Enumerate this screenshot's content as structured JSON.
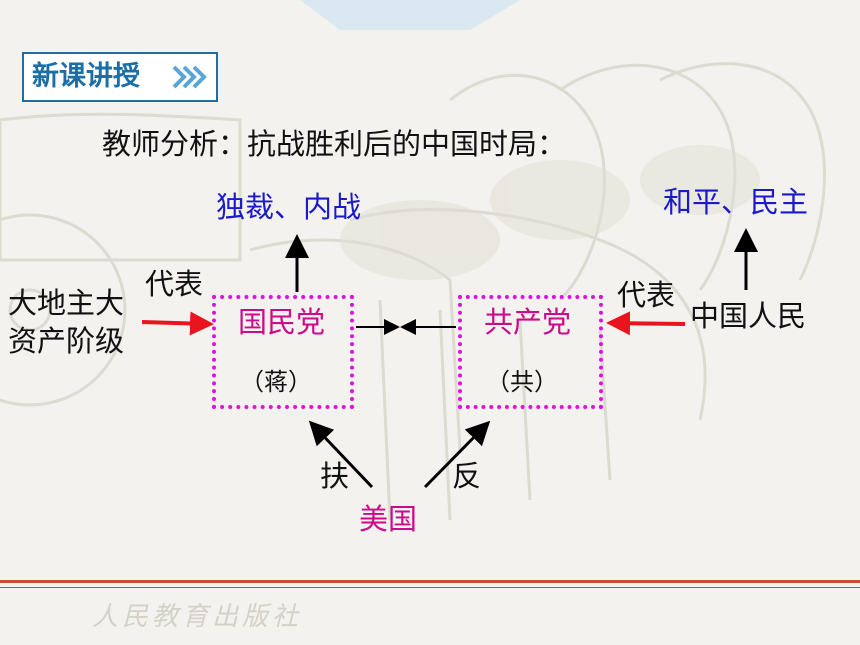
{
  "header": {
    "title": "新课讲授"
  },
  "heading": "教师分析：抗战胜利后的中国时局：",
  "diagram": {
    "left_outcome": "独裁、内战",
    "right_outcome": "和平、民主",
    "left_class_line1": "大地主大",
    "left_class_line2": "资产阶级",
    "left_represent": "代表",
    "right_class": "中国人民",
    "right_represent": "代表",
    "kmt_name": "国民党",
    "kmt_leader": "（蒋）",
    "ccp_name": "共产党",
    "ccp_leader": "（共）",
    "support_label": "扶",
    "oppose_label": "反",
    "usa": "美国"
  },
  "footer": {
    "publisher": "人民教育出版社"
  },
  "colors": {
    "blue": "#1a1acc",
    "magenta": "#cc0a8c",
    "red": "#e8141e",
    "header": "#1b6fa6"
  }
}
